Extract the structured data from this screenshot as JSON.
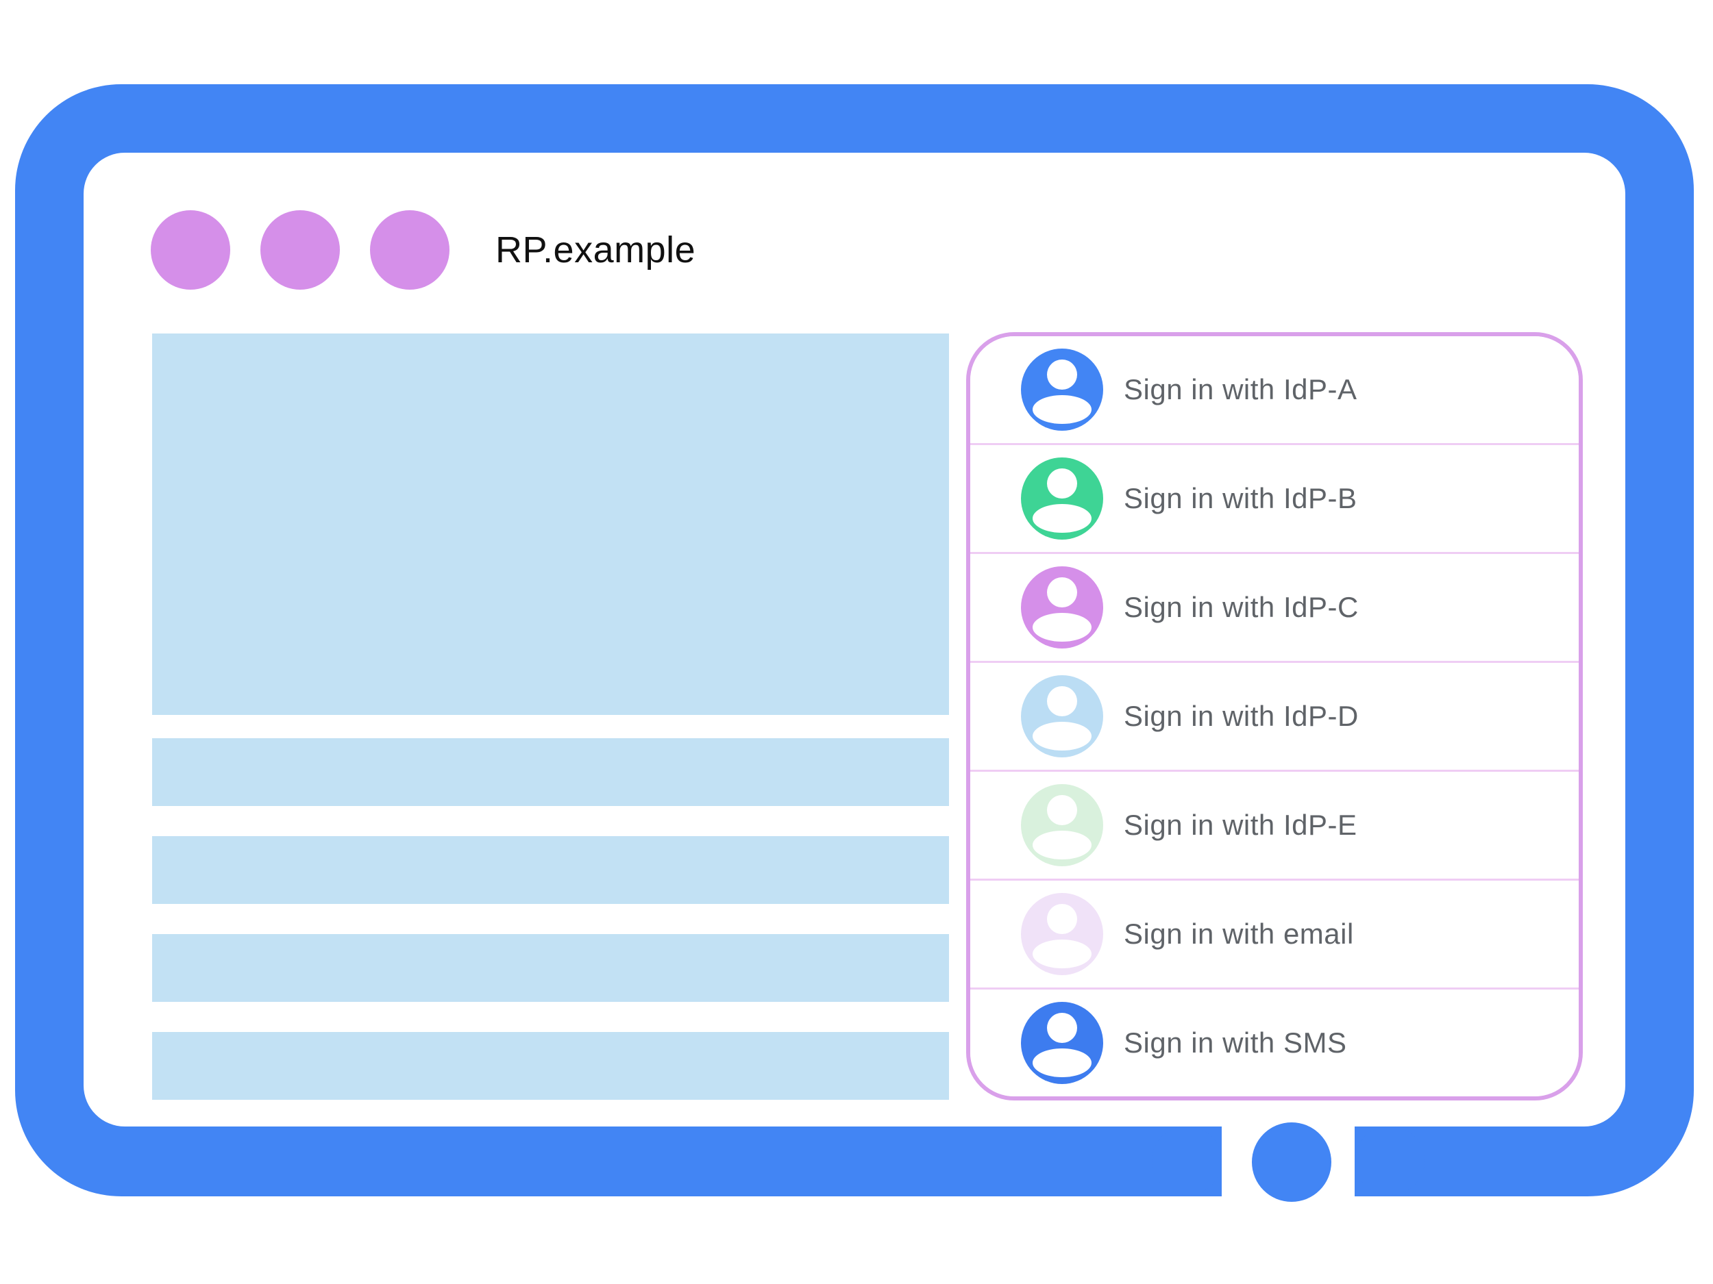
{
  "window": {
    "site_label": "RP.example"
  },
  "signin": {
    "items": [
      {
        "label": "Sign in with IdP-A",
        "avatar_color": "#4285F4"
      },
      {
        "label": "Sign in with IdP-B",
        "avatar_color": "#3ED495"
      },
      {
        "label": "Sign in with IdP-C",
        "avatar_color": "#D58FE9"
      },
      {
        "label": "Sign in with IdP-D",
        "avatar_color": "#BBDDF4"
      },
      {
        "label": "Sign in with IdP-E",
        "avatar_color": "#D9F1DD"
      },
      {
        "label": "Sign in with email",
        "avatar_color": "#F0E2F8"
      },
      {
        "label": "Sign in with SMS",
        "avatar_color": "#3D7CEF"
      }
    ]
  },
  "colors": {
    "frame-blue": "#4285F4",
    "dot-violet": "#D58FE9",
    "content-blue": "#C2E1F4",
    "dialog-border": "#D9A0EA",
    "dialog-divider": "#EFCDF4",
    "label-gray": "#5F6368",
    "title-black": "#111111"
  }
}
